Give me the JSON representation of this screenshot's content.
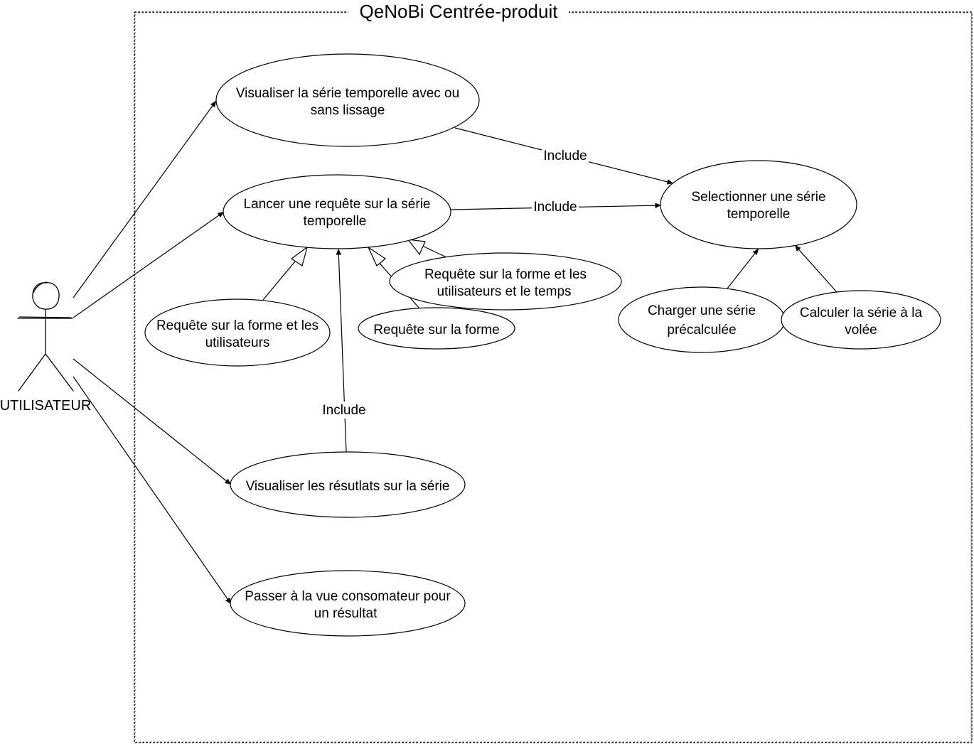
{
  "system": {
    "title": "QeNoBi Centrée-produit"
  },
  "actor": {
    "name": "UTILISATEUR"
  },
  "use_cases": {
    "visualiser_serie": [
      "Visualiser la série temporelle avec ou",
      "sans lissage"
    ],
    "lancer_requete": [
      "Lancer une requête sur la série",
      "temporelle"
    ],
    "selectionner_serie": [
      "Selectionner une série",
      "temporelle"
    ],
    "requete_forme_utilisateurs_temps": [
      "Requête sur la forme et les",
      "utilisateurs et le temps"
    ],
    "requete_forme_utilisateurs": [
      "Requête sur la forme et les",
      "utilisateurs"
    ],
    "requete_forme": [
      "Requête sur la forme"
    ],
    "charger_serie": [
      "Charger une série",
      "précalculée"
    ],
    "calculer_serie": [
      "Calculer la série à la",
      "volée"
    ],
    "visualiser_resultats": [
      "Visualiser les résutlats sur la série"
    ],
    "passer_vue": [
      "Passer à la vue consomateur pour",
      "un résultat"
    ]
  },
  "edge_labels": {
    "include_visualiser_selectionner": "Include",
    "include_lancer_selectionner": "Include",
    "include_resultats_lancer": "Include"
  }
}
